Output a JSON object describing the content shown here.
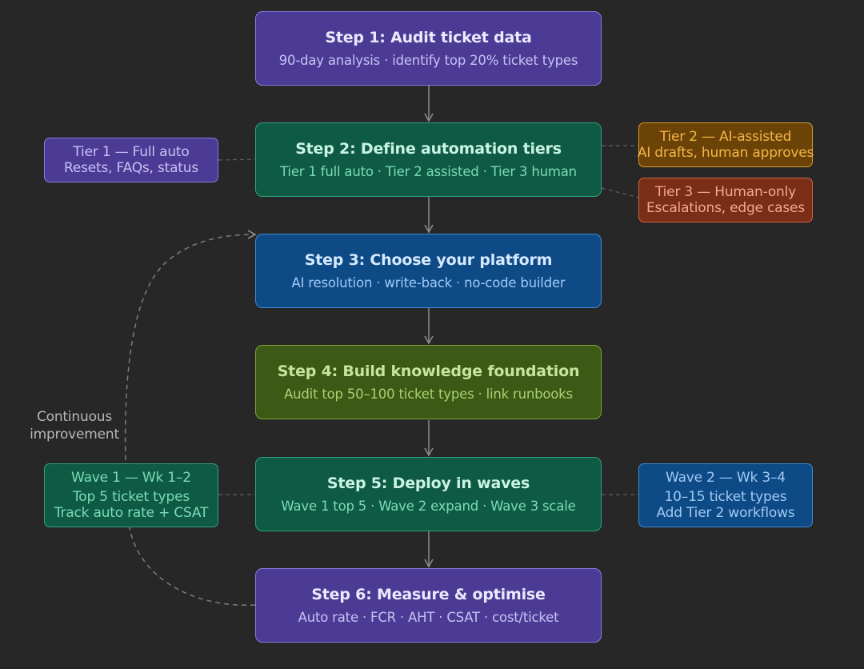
{
  "steps": [
    {
      "title": "Step 1: Audit ticket data",
      "subtitle": "90-day analysis · identify top 20% ticket types"
    },
    {
      "title": "Step 2: Define automation tiers",
      "subtitle": "Tier 1 full auto · Tier 2 assisted · Tier 3 human"
    },
    {
      "title": "Step 3: Choose your platform",
      "subtitle": "AI resolution · write-back · no-code builder"
    },
    {
      "title": "Step 4: Build knowledge foundation",
      "subtitle": "Audit top 50–100 ticket types · link runbooks"
    },
    {
      "title": "Step 5: Deploy in waves",
      "subtitle": "Wave 1 top 5 · Wave 2 expand · Wave 3 scale"
    },
    {
      "title": "Step 6: Measure & optimise",
      "subtitle": "Auto rate · FCR · AHT · CSAT · cost/ticket"
    }
  ],
  "tiers": {
    "tier1": {
      "title": "Tier 1 — Full auto",
      "detail": "Resets, FAQs, status"
    },
    "tier2": {
      "title": "Tier 2 — AI-assisted",
      "detail": "AI drafts, human approves"
    },
    "tier3": {
      "title": "Tier 3 — Human-only",
      "detail": "Escalations, edge cases"
    }
  },
  "waves": {
    "wave1": {
      "title": "Wave 1 — Wk 1–2",
      "line1": "Top 5 ticket types",
      "line2": "Track auto rate + CSAT"
    },
    "wave2": {
      "title": "Wave 2 — Wk 3–4",
      "line1": "10–15 ticket types",
      "line2": "Add Tier 2 workflows"
    }
  },
  "loop_label": {
    "line1": "Continuous",
    "line2": "improvement"
  },
  "colors": {
    "connector": "#8a8a8a",
    "dashed_connector": "#5f5f5f",
    "loop": "#7d7d7d"
  }
}
